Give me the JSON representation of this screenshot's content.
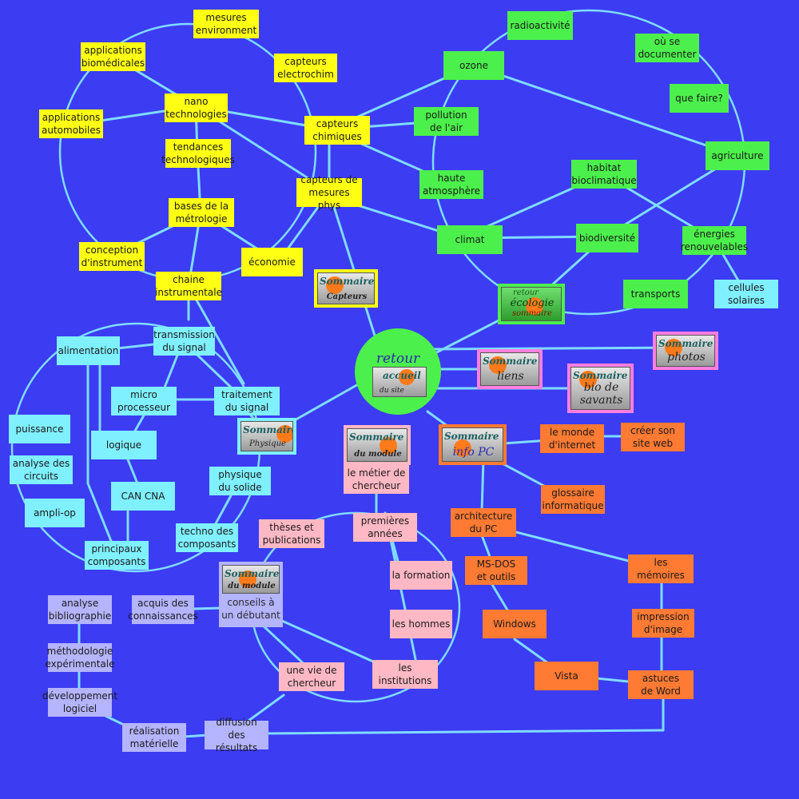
{
  "nodes": {
    "mesures_env": "mesures\nenvironment",
    "app_biomed": "applications\nbiomédicales",
    "capteurs_electrochim": "capteurs\nelectrochim",
    "nanotech": "nano\ntechnologies",
    "app_auto": "applications\nautomobiles",
    "capteurs_chimiques": "capteurs\nchimiques",
    "tendances": "tendances\ntechnologiques",
    "capteurs_phys": "capteurs de\nmesures phys",
    "bases_metro": "bases de la\nmétrologie",
    "conception": "conception\nd'instrument",
    "economie": "économie",
    "chaine": "chaine\ninstrumentale",
    "radioactivite": "radioactivité",
    "ou_se_doc": "où se\ndocumenter",
    "ozone": "ozone",
    "pollution": "pollution\nde l'air",
    "que_faire": "que faire?",
    "agriculture": "agriculture",
    "habitat": "habitat\nbioclimatique",
    "haute_atmo": "haute\natmosphère",
    "climat": "climat",
    "biodiversite": "biodiversité",
    "energies": "énergies\nrenouvelables",
    "transports": "transports",
    "cellules": "cellules\nsolaires",
    "transmission": "transmission\ndu signal",
    "alimentation": "alimentation",
    "micro": "micro\nprocesseur",
    "traitement": "traitement\ndu signal",
    "puissance": "puissance",
    "logique": "logique",
    "analyse_circuits": "analyse des\ncircuits",
    "physique_solide": "physique\ndu solide",
    "can_cna": "CAN  CNA",
    "ampli_op": "ampli-op",
    "techno_comp": "techno des\ncomposants",
    "principaux_comp": "principaux\ncomposants",
    "metier": "le métier de\nchercheur",
    "theses": "thèses et\npublications",
    "premieres": "premières\nannées",
    "formation": "la formation",
    "hommes": "les hommes",
    "institutions": "les\ninstitutions",
    "vie_chercheur": "une vie de\nchercheur",
    "conseils": "conseils à\nun débutant",
    "monde_internet": "le monde\nd'internet",
    "creer_site": "créer son\nsite web",
    "glossaire": "glossaire\ninformatique",
    "architecture": "architecture\ndu PC",
    "msdos": "MS-DOS\net outils",
    "memoires": "les mémoires",
    "windows": "Windows",
    "impression": "impression\nd'image",
    "vista": "Vista",
    "astuces": "astuces\nde Word",
    "analyse_biblio": "analyse\nbibliographie",
    "acquis": "acquis des\nconnaissances",
    "methodo": "méthodologie\nexpérimentale",
    "dev_logiciel": "développement\nlogiciel",
    "realisation": "réalisation\nmatérielle",
    "diffusion": "diffusion\ndes résultats"
  },
  "nav": {
    "sommaire": "Sommaire",
    "capteurs": "Capteurs",
    "retour": "retour",
    "ecologie": "écologie",
    "sommaire_lc": "sommaire",
    "photos": "photos",
    "liens": "liens",
    "bio_savants": "bio de\nsavants",
    "physique": "Physique",
    "du_module": "du module",
    "info_pc": "info PC",
    "accueil": "accueil",
    "du_site": "du site"
  },
  "colors": {
    "background": "#3c3cf2",
    "link": "#7fdcff",
    "capteurs": "#ffff14",
    "ecologie": "#4cf04c",
    "physique": "#7ff0ff",
    "chercheur": "#ffb8c4",
    "info": "#ff7a33",
    "module": "#b4b4ff"
  }
}
